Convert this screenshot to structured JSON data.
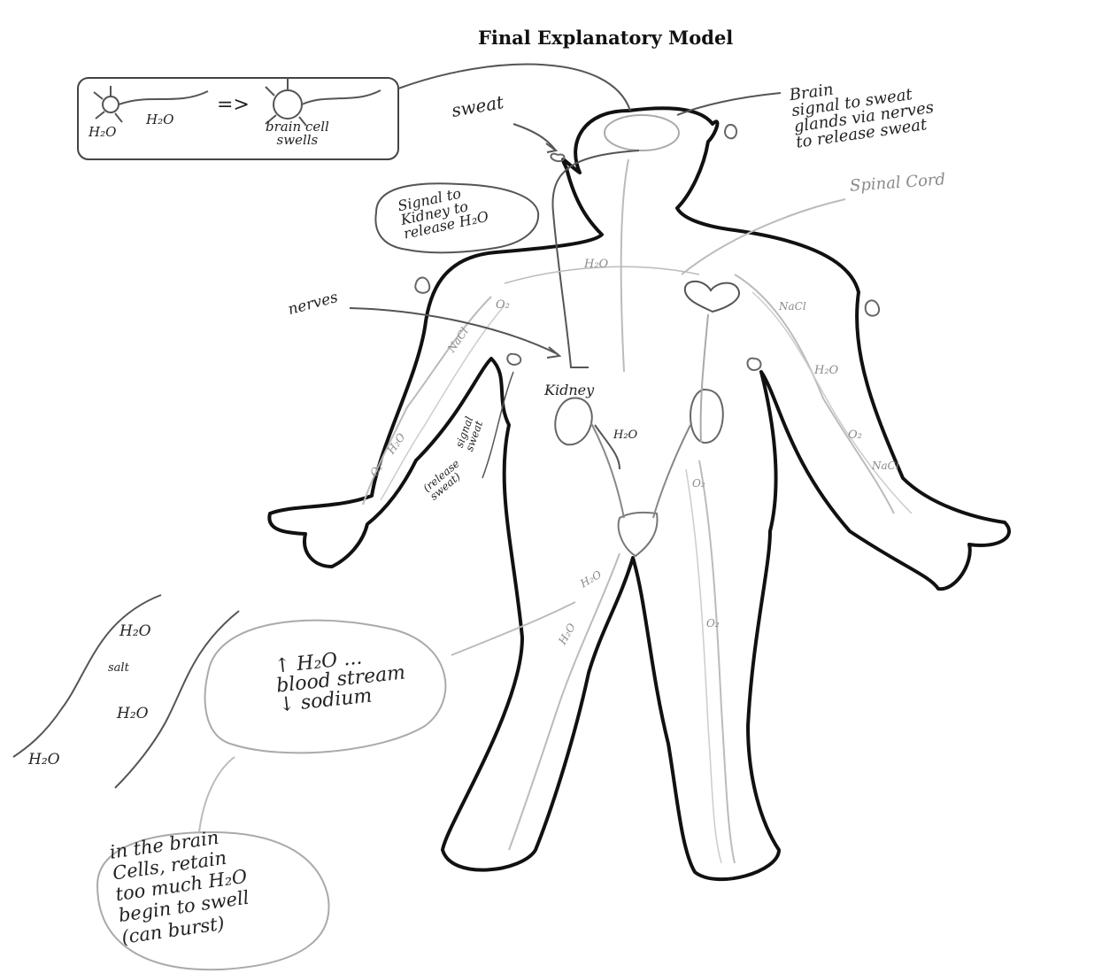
{
  "title": "Final Explanatory Model",
  "labels": {
    "h2o_in_box": "H₂O",
    "h2o_box_arrow": "H₂O",
    "arrow_symbol": "=>",
    "brain_cell": "brain cell\nswells",
    "sweat": "sweat",
    "brain_signal": "Brain\nsignal to sweat\nglands via nerves\nto release sweat",
    "signal_kidney": "Signal to\nKidney to\nrelease H₂O",
    "spinal_cord": "Spinal Cord",
    "nerves": "nerves",
    "kidney": "Kidney",
    "release_sweat": "(release\nsweat)",
    "signal_sweat": "signal\nsweat",
    "h2o": "H₂O",
    "o2": "O₂",
    "nacl": "NaCl",
    "salt": "salt",
    "blood_stream": "↑ H₂O ...\nblood stream\n↓ sodium",
    "cells_brain": "in the brain\nCells, retain\ntoo much H₂O\nbegin to swell\n(can burst)"
  }
}
